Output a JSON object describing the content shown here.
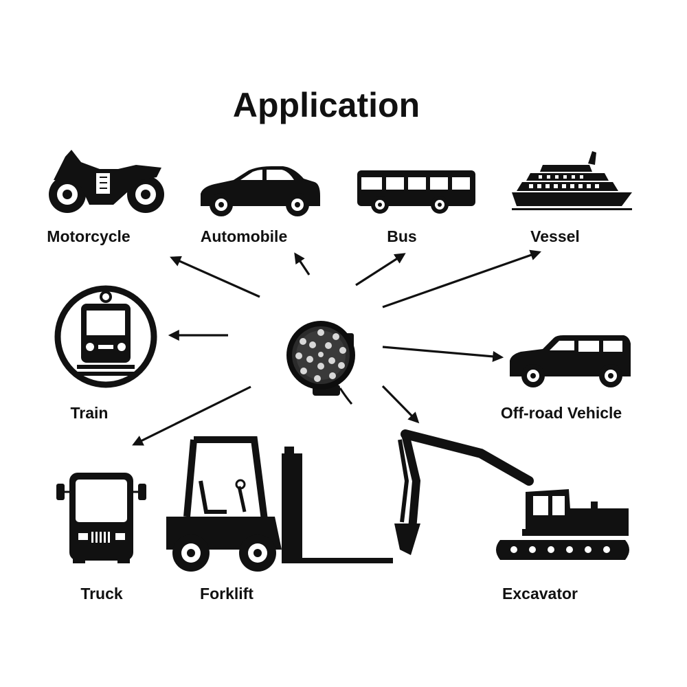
{
  "title": "Application",
  "labels": {
    "motorcycle": "Motorcycle",
    "automobile": "Automobile",
    "bus": "Bus",
    "vessel": "Vessel",
    "train": "Train",
    "offroad": "Off-road Vehicle",
    "truck": "Truck",
    "forklift": "Forklift",
    "excavator": "Excavator"
  },
  "icons": {
    "center": "round-led-work-light-icon",
    "motorcycle": "motorcycle-icon",
    "automobile": "car-icon",
    "bus": "bus-icon",
    "vessel": "ship-icon",
    "train": "train-icon",
    "offroad": "suv-icon",
    "truck": "truck-icon",
    "forklift": "forklift-icon",
    "excavator": "excavator-icon"
  },
  "colors": {
    "ink": "#111111",
    "background": "#ffffff"
  }
}
